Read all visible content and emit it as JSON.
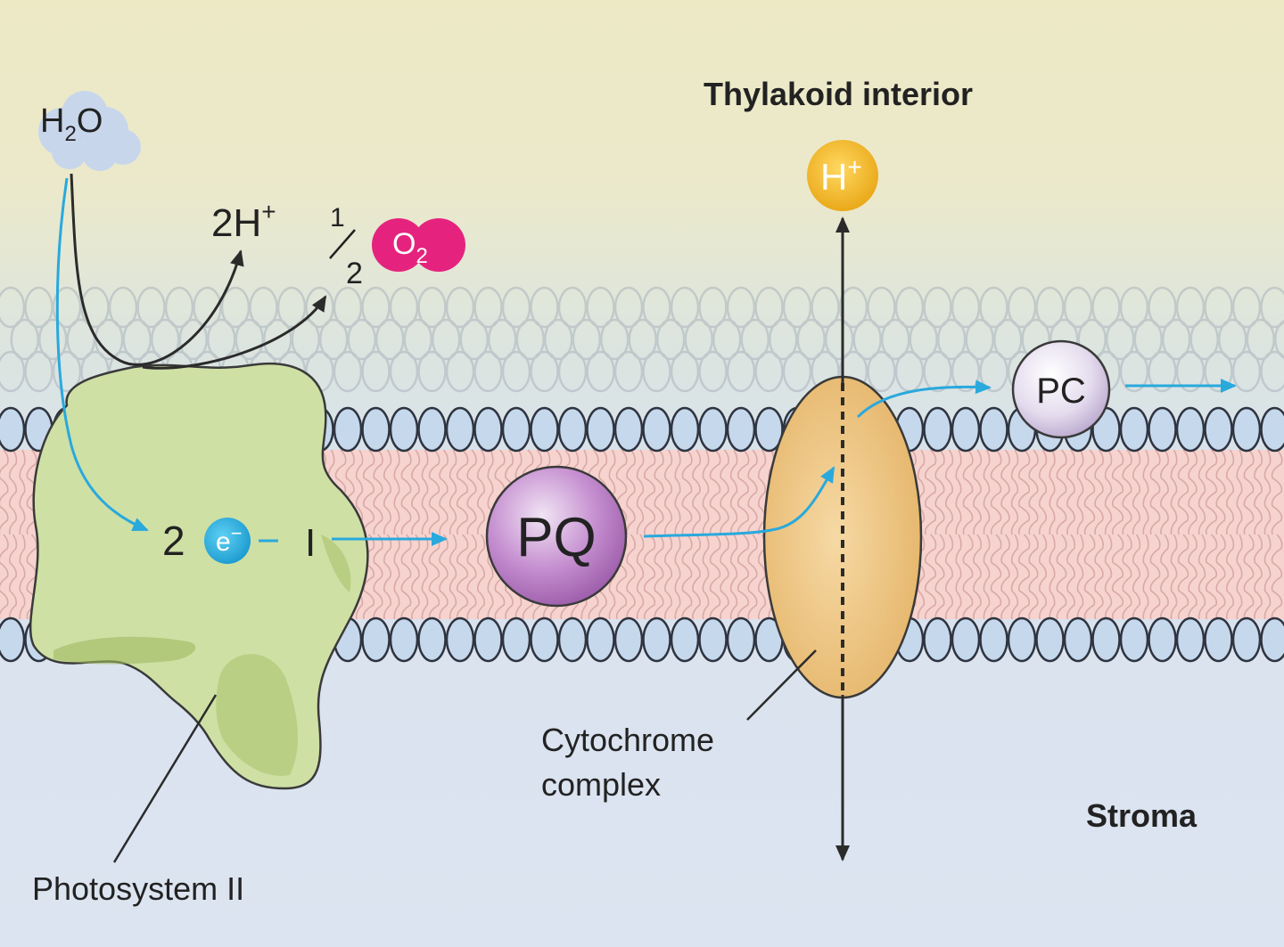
{
  "colors": {
    "top_bg": "#ede9c5",
    "stroma_bg": "#dce4f1",
    "lipid_head": "#c6d8ec",
    "lipid_outline": "#2e3440",
    "membrane_core": "#f6d3cf",
    "tail_color": "#d9a9a6",
    "psii_fill": "#cfe0a5",
    "psii_shadow": "#a3bd63",
    "cyt_fill": "#f1c985",
    "arrow_blue": "#29a9dc",
    "arrow_dark": "#2b2b2b",
    "h_plus": "#f2b31e",
    "o2": "#e5237e",
    "pq": "#b679c1",
    "pc": "#ddd2e8",
    "water": "#c8d6ec"
  },
  "labels": {
    "thylakoid_interior": "Thylakoid interior",
    "stroma": "Stroma",
    "photosystem": "Photosystem II",
    "cytochrome_line1": "Cytochrome",
    "cytochrome_line2": "complex"
  },
  "molecules": {
    "water": {
      "base": "H",
      "sub": "2",
      "rest": "O"
    },
    "protons_released": {
      "coef": "2",
      "base": "H",
      "sup": "+"
    },
    "oxygen": {
      "frac_num": "1",
      "frac_den": "2",
      "base": "O",
      "sub": "2"
    },
    "electrons": {
      "coef": "2",
      "base": "e",
      "sup": "−"
    },
    "separator": "I",
    "h_plus": {
      "base": "H",
      "sup": "+"
    },
    "pq": "PQ",
    "pc": "PC"
  }
}
